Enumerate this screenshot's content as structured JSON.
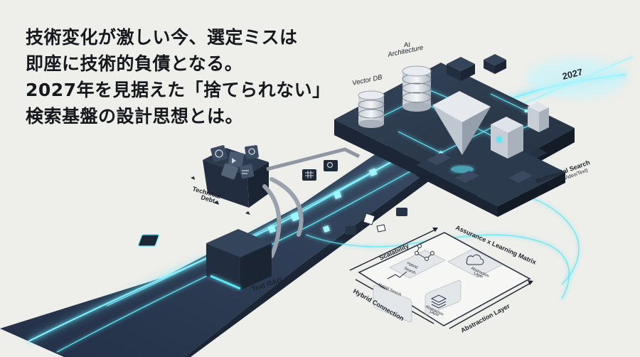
{
  "headline": {
    "lines": [
      "技術変化が激しい今、選定ミスは",
      "即座に技術的負債となる。",
      "2027年を見据えた「捨てられない」",
      "検索基盤の設計思想とは。"
    ]
  },
  "diagram": {
    "labels": {
      "technical_debt_line1": "Technical",
      "technical_debt_line2": "Debt",
      "text_rag": "Text RAG",
      "vector_db": "Vector DB",
      "ai_architecture_line1": "AI",
      "ai_architecture_line2": "Architecture",
      "year": "2027",
      "multimodal_search": "Multimodal Search",
      "multimodal_modalities": "(Image/Video/Text)"
    },
    "matrix": {
      "title": "Assurance x Learning Matrix",
      "y_axis": "Scalability",
      "x_axis_bottom": "Hybrid Connection",
      "x_axis_right": "Abstraction Layer",
      "cells": {
        "top_left_line1": "Hybrid",
        "top_left_line2": "Search",
        "top_right_line1": "Abstraction",
        "top_right_line2": "Layer",
        "bottom_left": "Hybrid Search",
        "bottom_right_line1": "Abstraction",
        "bottom_right_line2": "Layer"
      }
    }
  },
  "colors": {
    "background": "#eeeeea",
    "navy": "#263446",
    "glow_cyan": "#4fe0f0",
    "text": "#15181d"
  }
}
